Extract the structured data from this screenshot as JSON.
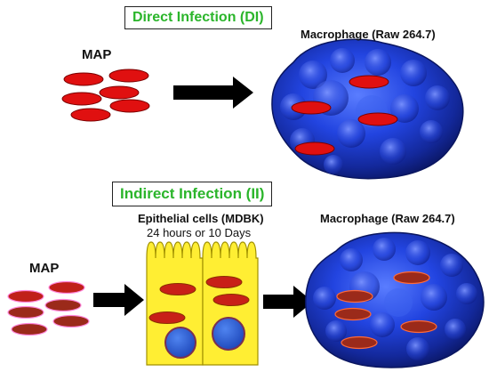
{
  "direct": {
    "title": "Direct Infection (DI)",
    "pathogen_label": "MAP",
    "target_label": "Macrophage (Raw 264.7)"
  },
  "indirect": {
    "title": "Indirect Infection (II)",
    "pathogen_label": "MAP",
    "epithelial_label": "Epithelial cells (MDBK)",
    "epithelial_duration": "24 hours or 10 Days",
    "target_label": "Macrophage (Raw 264.7)"
  },
  "colors": {
    "title_green": "#2bb52b",
    "bacteria_red": "#e01010",
    "bacteria_dark": "#9b2a1a",
    "macrophage_blue": "#1e3fd0",
    "epithelial_yellow": "#ffee33",
    "nucleus_blue": "#2a5fd0"
  }
}
